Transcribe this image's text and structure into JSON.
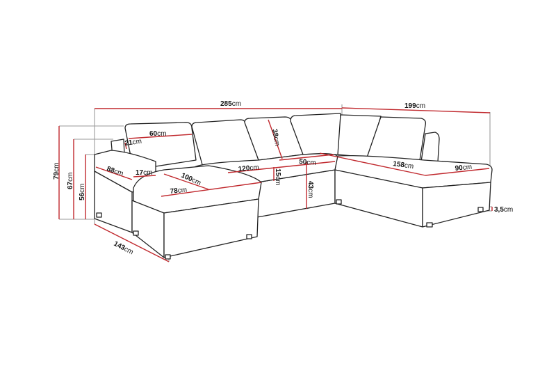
{
  "diagram": {
    "subject": "U-shaped corner sofa dimension drawing",
    "unit": "cm",
    "colors": {
      "outline": "#222222",
      "dimension_line": "#c0282d",
      "extension_line": "#9a9a9a",
      "background": "#ffffff"
    },
    "dimensions": {
      "total_width": {
        "value": "285",
        "unit": "cm"
      },
      "right_depth": {
        "value": "199",
        "unit": "cm"
      },
      "height_back": {
        "value": "79",
        "unit": "cm"
      },
      "height_arm": {
        "value": "67",
        "unit": "cm"
      },
      "height_armrest": {
        "value": "56",
        "unit": "cm"
      },
      "left_depth": {
        "value": "143",
        "unit": "cm"
      },
      "back_cushion_width": {
        "value": "60",
        "unit": "cm"
      },
      "back_cushion_thickness": {
        "value": "21",
        "unit": "cm"
      },
      "arm_length": {
        "value": "88",
        "unit": "cm"
      },
      "arm_width": {
        "value": "17",
        "unit": "cm"
      },
      "chaise_length": {
        "value": "100",
        "unit": "cm"
      },
      "chaise_width": {
        "value": "78",
        "unit": "cm"
      },
      "middle_seat_width": {
        "value": "120",
        "unit": "cm"
      },
      "back_height": {
        "value": "38",
        "unit": "cm"
      },
      "seat_cushion_height": {
        "value": "15",
        "unit": "cm"
      },
      "seat_depth": {
        "value": "50",
        "unit": "cm"
      },
      "seat_height": {
        "value": "43",
        "unit": "cm"
      },
      "right_seat_length": {
        "value": "158",
        "unit": "cm"
      },
      "right_seat_width": {
        "value": "90",
        "unit": "cm"
      },
      "leg_height": {
        "value": "3,5",
        "unit": "cm"
      }
    }
  }
}
